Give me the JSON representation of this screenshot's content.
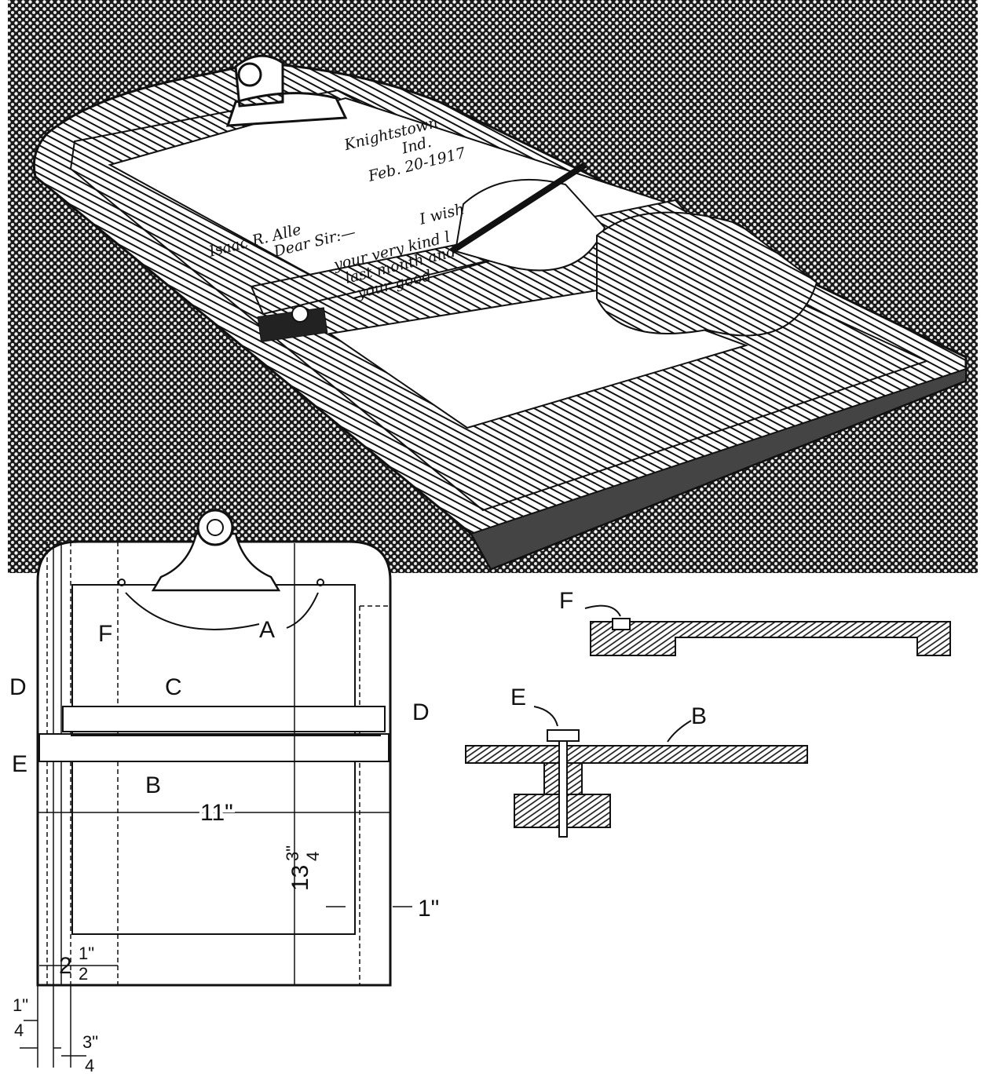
{
  "illustration": {
    "letter": {
      "place": "Knightstown",
      "state": "Ind.",
      "date": "Feb. 20-1917",
      "addressee": "Isaac R. Alle",
      "salutation": "Dear Sir:—",
      "line1": "I wish",
      "line2": "your very kind l",
      "line3": "last month and",
      "line4": "your good"
    }
  },
  "plan_view": {
    "labels": {
      "a": "A",
      "b": "B",
      "c": "C",
      "d_left": "D",
      "d_right": "D",
      "e": "E",
      "f": "F"
    },
    "dimensions": {
      "width": "11\"",
      "height_whole": "13",
      "height_frac_num": "3\"",
      "height_frac_den": "4",
      "margin_right": "1\"",
      "left_whole": "2",
      "left_num": "1\"",
      "left_den": "2",
      "quarter_num": "1\"",
      "quarter_den": "4",
      "three_q_num": "3\"",
      "three_q_den": "4"
    }
  },
  "section_f": {
    "label": "F"
  },
  "section_e": {
    "label_e": "E",
    "label_b": "B"
  },
  "colors": {
    "ink": "#111111",
    "paper": "#ffffff"
  }
}
